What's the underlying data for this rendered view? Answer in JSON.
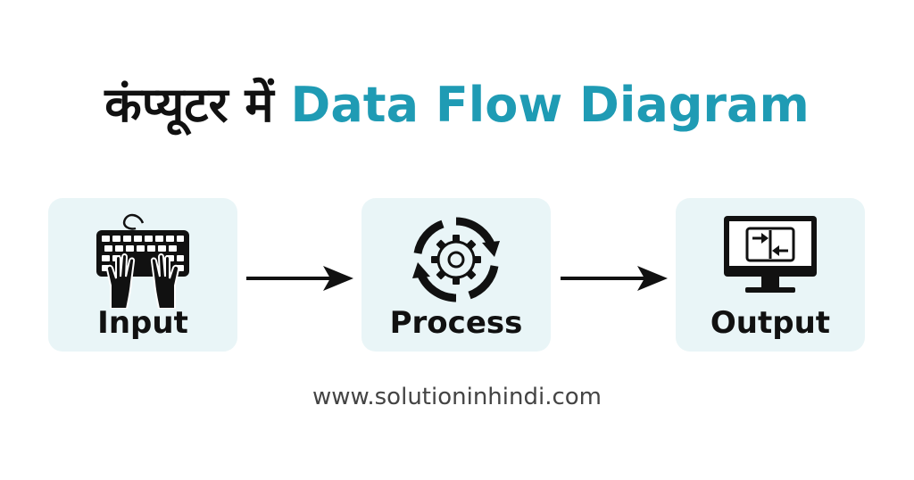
{
  "title": {
    "hindi": "कंप्यूटर में",
    "english": "Data Flow Diagram"
  },
  "nodes": [
    {
      "label": "Input",
      "icon": "keyboard-typing-icon"
    },
    {
      "label": "Process",
      "icon": "gear-cycle-icon"
    },
    {
      "label": "Output",
      "icon": "monitor-transfer-icon"
    }
  ],
  "edges": [
    {
      "from": "Input",
      "to": "Process"
    },
    {
      "from": "Process",
      "to": "Output"
    }
  ],
  "website": "www.solutioninhindi.com",
  "colors": {
    "accent": "#1f9bb4",
    "box_background": "#e9f5f7",
    "text": "#111111"
  }
}
